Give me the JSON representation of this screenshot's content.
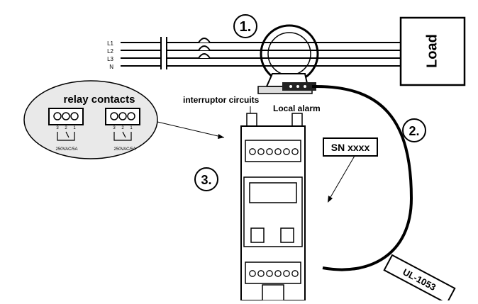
{
  "title": "",
  "markers": {
    "step1": "1.",
    "step2": "2.",
    "step3": "3."
  },
  "lines": {
    "l1": "L1",
    "l2": "L2",
    "l3": "L3",
    "n": "N"
  },
  "load_label": "Load",
  "relay_callout": {
    "title": "relay contacts",
    "left_terminals": [
      "3",
      "2",
      "1"
    ],
    "right_terminals": [
      "3",
      "2",
      "1"
    ],
    "left_rating": "250VAC/5A",
    "right_rating": "250VAC/5A"
  },
  "labels": {
    "interruptor": "interruptor circuits",
    "local_alarm": "Local alarm",
    "serial": "SN xxxx",
    "cert": "UL-1053"
  },
  "colors": {
    "line": "#000000",
    "background": "#ffffff",
    "callout_fill": "#e9e9e9"
  }
}
